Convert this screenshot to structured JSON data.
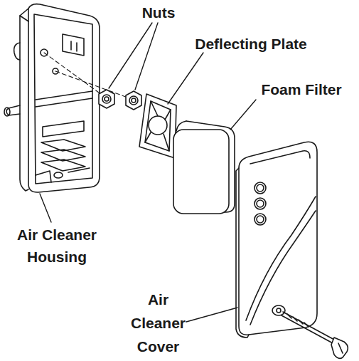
{
  "diagram": {
    "labels": [
      "Nuts",
      "Deflecting Plate",
      "Foam Filter",
      "Air Cleaner Housing",
      "Air Cleaner Cover"
    ]
  }
}
